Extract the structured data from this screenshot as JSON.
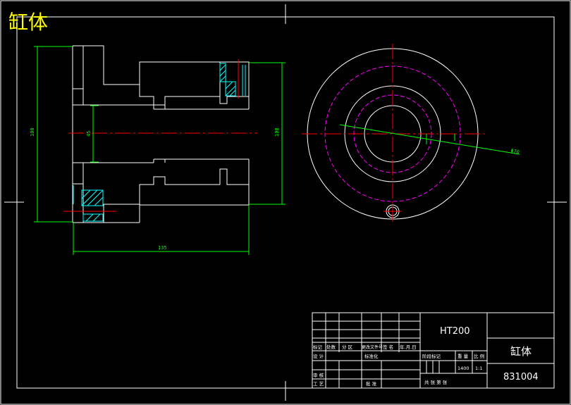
{
  "sheet": {
    "title": "缸体"
  },
  "dimensions": {
    "overall_height_left": "100",
    "bore_diameter": "45",
    "overall_height_right": "100",
    "length_bottom": "135",
    "pitch_circle": "Φ70"
  },
  "title_block": {
    "material": "HT200",
    "part_name": "缸体",
    "drawing_no": "831004",
    "weight": "1400",
    "scale_value": "1:1",
    "hdr_mark": "标记",
    "hdr_count": "处数",
    "hdr_zone": "分 区",
    "hdr_docno": "更改文件号",
    "hdr_sign": "签 名",
    "hdr_date": "年.月.日",
    "lbl_design": "设 计",
    "lbl_std": "标准化",
    "lbl_review": "审 核",
    "lbl_process": "工 艺",
    "lbl_approve": "批 准",
    "lbl_stage": "阶段标记",
    "lbl_weight": "重 量",
    "lbl_scale": "比 例",
    "lbl_sheets": "共    张  第    张"
  },
  "colors": {
    "outline": "#ffffff",
    "dimension": "#00ff00",
    "centerline": "#ff0000",
    "hidden": "#ff00ff",
    "hatch": "#00ffff",
    "title": "#ffff00"
  }
}
